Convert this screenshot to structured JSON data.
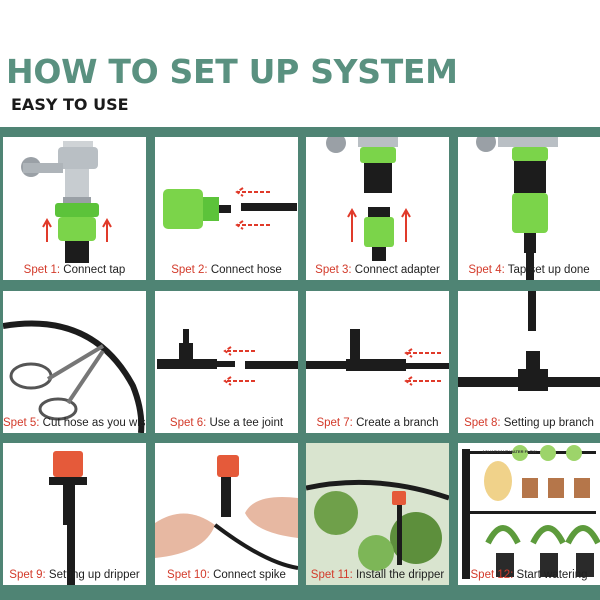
{
  "header": {
    "title": "HOW TO SET UP SYSTEM",
    "subtitle": "EASY TO USE"
  },
  "colors": {
    "panel": "#4f8474",
    "title": "#5a9180",
    "step_number": "#d33a2a",
    "connector_green": "#7bd44a",
    "arrow_red": "#e03a2a"
  },
  "steps": [
    {
      "num": "Spet 1:",
      "text": " Connect tap"
    },
    {
      "num": "Spet 2:",
      "text": " Connect hose"
    },
    {
      "num": "Spet 3:",
      "text": " Connect adapter"
    },
    {
      "num": "Spet 4:",
      "text": " Tap set up done"
    },
    {
      "num": "Spet 5:",
      "text": " Cut hose as you wish"
    },
    {
      "num": "Spet 6:",
      "text": " Use a tee joint"
    },
    {
      "num": "Spet 7:",
      "text": " Create a branch"
    },
    {
      "num": "Spet 8:",
      "text": " Setting up branch"
    },
    {
      "num": "Spet 9:",
      "text": " Setting up dripper"
    },
    {
      "num": "Spet 10:",
      "text": " Connect spike"
    },
    {
      "num": "Spet 11:",
      "text": " Install the dripper"
    },
    {
      "num": "Spet 12:",
      "text": " Start watering"
    }
  ],
  "step12_sign": "AQUASWANT WATER FLOW"
}
